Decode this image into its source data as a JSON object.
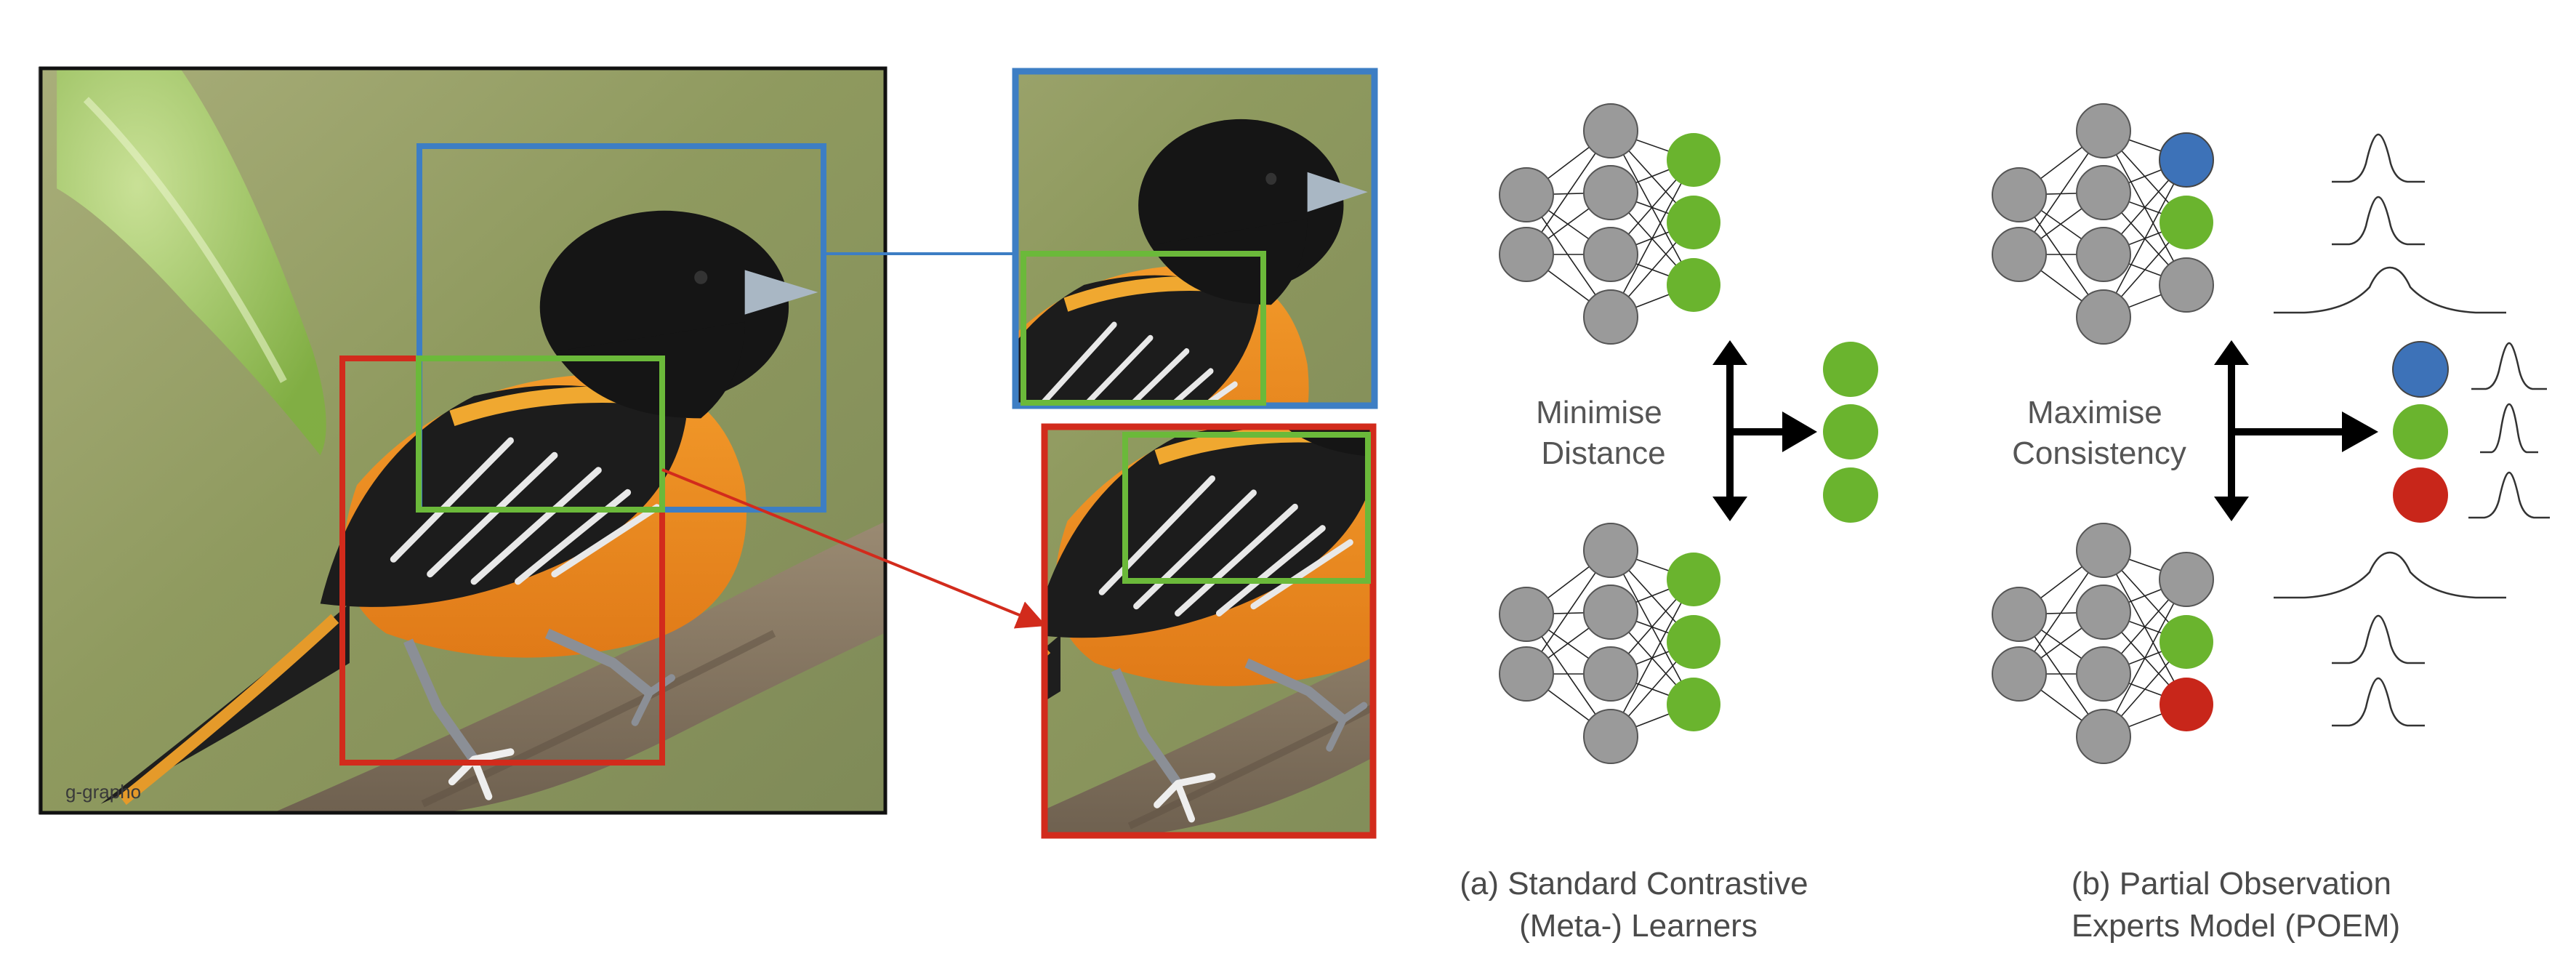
{
  "photo": {
    "watermark": "g-grapho",
    "subject": "orange-and-black bird perched on a branch"
  },
  "panel_a": {
    "label_line1": "Minimise",
    "label_line2": "Distance",
    "caption_line1": "(a) Standard Contrastive",
    "caption_line2": "(Meta-) Learners"
  },
  "panel_b": {
    "label_line1": "Maximise",
    "label_line2": "Consistency",
    "caption_line1": "(b) Partial Observation",
    "caption_line2": "Experts Model (POEM)"
  },
  "colors": {
    "blue_box": "#3d7ec4",
    "green_box": "#6bb93a",
    "red_box": "#d22b1c",
    "node_gray": "#9a9a9a",
    "node_green": "#6ab42e",
    "node_blue": "#3d72b8",
    "node_red": "#c8261a"
  }
}
